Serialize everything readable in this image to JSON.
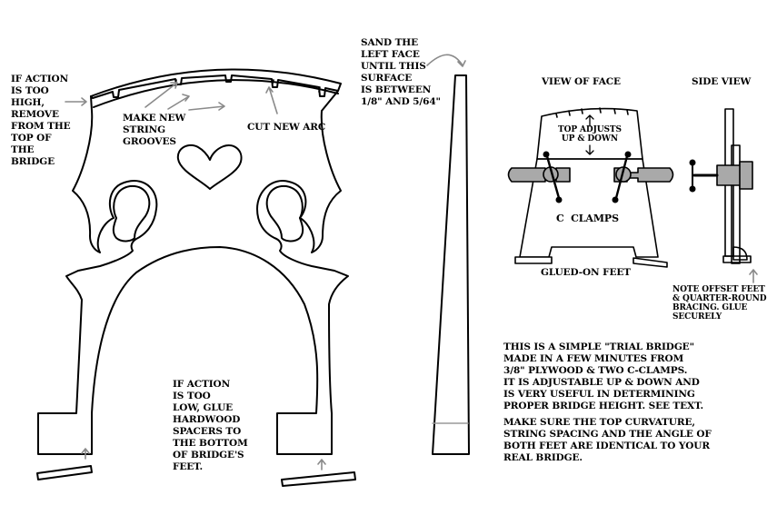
{
  "labels": {
    "action_high": "IF ACTION\nIS TOO\nHIGH,\nREMOVE\nFROM THE\nTOP OF\nTHE\nBRIDGE",
    "make_grooves": "MAKE NEW\nSTRING\nGROOVES",
    "cut_arc": "CUT NEW ARC",
    "sand_face": "SAND THE\nLEFT FACE\nUNTIL THIS\nSURFACE\nIS BETWEEN\n1/8\" AND 5/64\"",
    "action_low": "IF ACTION\nIS TOO\nLOW, GLUE\nHARDWOOD\nSPACERS TO\nTHE BOTTOM\nOF BRIDGE'S\nFEET.",
    "view_face": "VIEW OF FACE",
    "side_view": "SIDE VIEW",
    "top_adjusts": "TOP ADJUSTS\nUP & DOWN",
    "c_clamps": "C  CLAMPS",
    "glued_feet": "GLUED-ON FEET",
    "note_offset": "NOTE OFFSET FEET\n& QUARTER-ROUND\nBRACING. GLUE\nSECURELY",
    "trial_bridge": "THIS IS A SIMPLE \"TRIAL BRIDGE\"\nMADE IN A FEW MINUTES FROM\n3/8\" PLYWOOD & TWO C-CLAMPS.\nIT IS ADJUSTABLE UP & DOWN AND\nIS VERY USEFUL IN DETERMINING\nPROPER BRIDGE HEIGHT. SEE TEXT.",
    "make_sure": "MAKE SURE THE TOP CURVATURE,\nSTRING SPACING AND THE ANGLE OF\nBOTH FEET ARE IDENTICAL TO YOUR\nREAL BRIDGE."
  },
  "colors": {
    "line": "#000000",
    "clamp_fill": "#a9a9a9",
    "background": "#ffffff"
  }
}
